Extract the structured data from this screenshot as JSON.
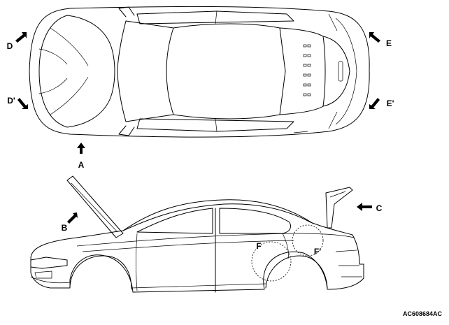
{
  "labels": {
    "a": "A",
    "b": "B",
    "c": "C",
    "d": "D",
    "d_prime": "D'",
    "e": "E",
    "e_prime": "E'",
    "f": "F",
    "f_prime": "F'"
  },
  "figure_code": "AC608684AC"
}
